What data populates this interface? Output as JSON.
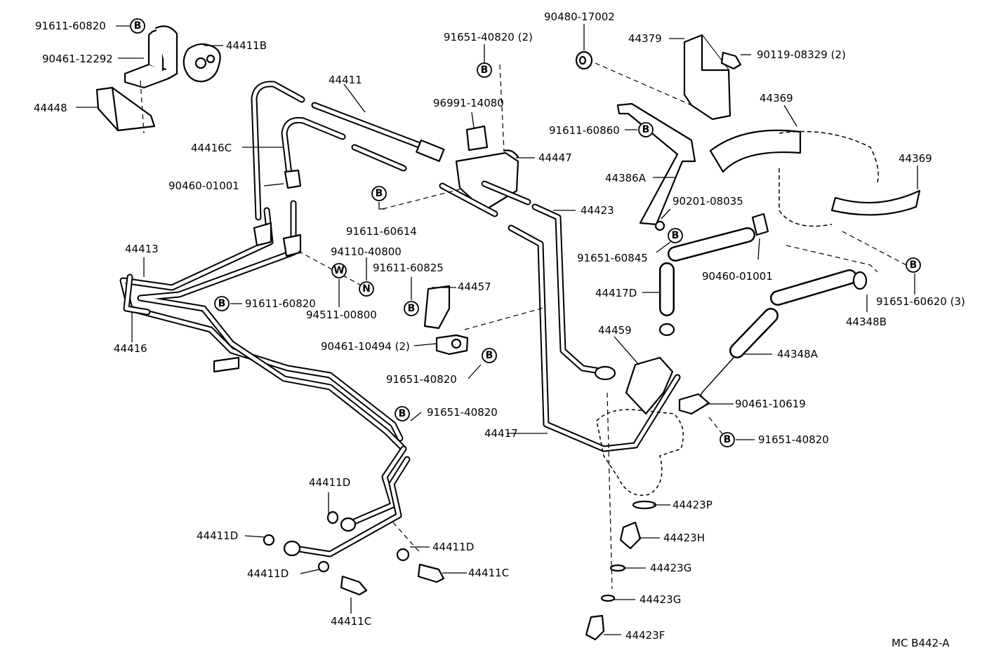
{
  "diagram_code": "MC B442-A",
  "symbols": {
    "bolt": "B",
    "washer": "W",
    "nut": "N"
  },
  "labels": {
    "p91611_60820_top": "91611-60820",
    "p90461_12292": "90461-12292",
    "p44411B": "44411B",
    "p44448": "44448",
    "p44411": "44411",
    "p91651_40820_2": "91651-40820 (2)",
    "p96991_14080": "96991-14080",
    "p44447": "44447",
    "p90480_17002": "90480-17002",
    "p44379": "44379",
    "p90119_08329": "90119-08329 (2)",
    "p44369_a": "44369",
    "p44369_b": "44369",
    "p91611_60860": "91611-60860",
    "p44386A": "44386A",
    "p44416C": "44416C",
    "p90460_01001_l": "90460-01001",
    "p91611_60614": "91611-60614",
    "p44423": "44423",
    "p90201_08035": "90201-08035",
    "p91651_60845": "91651-60845",
    "p90460_01001_r": "90460-01001",
    "p44413": "44413",
    "p94110_40800": "94110-40800",
    "p91611_60825": "91611-60825",
    "p44457": "44457",
    "p91611_60820_mid": "91611-60820",
    "p94511_00800": "94511-00800",
    "p44416": "44416",
    "p44417D": "44417D",
    "p91651_60620": "91651-60620 (3)",
    "p44348B": "44348B",
    "p90461_10494": "90461-10494 (2)",
    "p44459": "44459",
    "p44348A": "44348A",
    "p91651_40820_a": "91651-40820",
    "p91651_40820_b": "91651-40820",
    "p90461_10619": "90461-10619",
    "p44417": "44417",
    "p91651_40820_c": "91651-40820",
    "p44411D_a": "44411D",
    "p44423P": "44423P",
    "p44411D_b": "44411D",
    "p44411D_c": "44411D",
    "p44423H": "44423H",
    "p44411C_a": "44411C",
    "p44411D_d": "44411D",
    "p44423G_a": "44423G",
    "p44423G_b": "44423G",
    "p44411C_b": "44411C",
    "p44423F": "44423F"
  }
}
